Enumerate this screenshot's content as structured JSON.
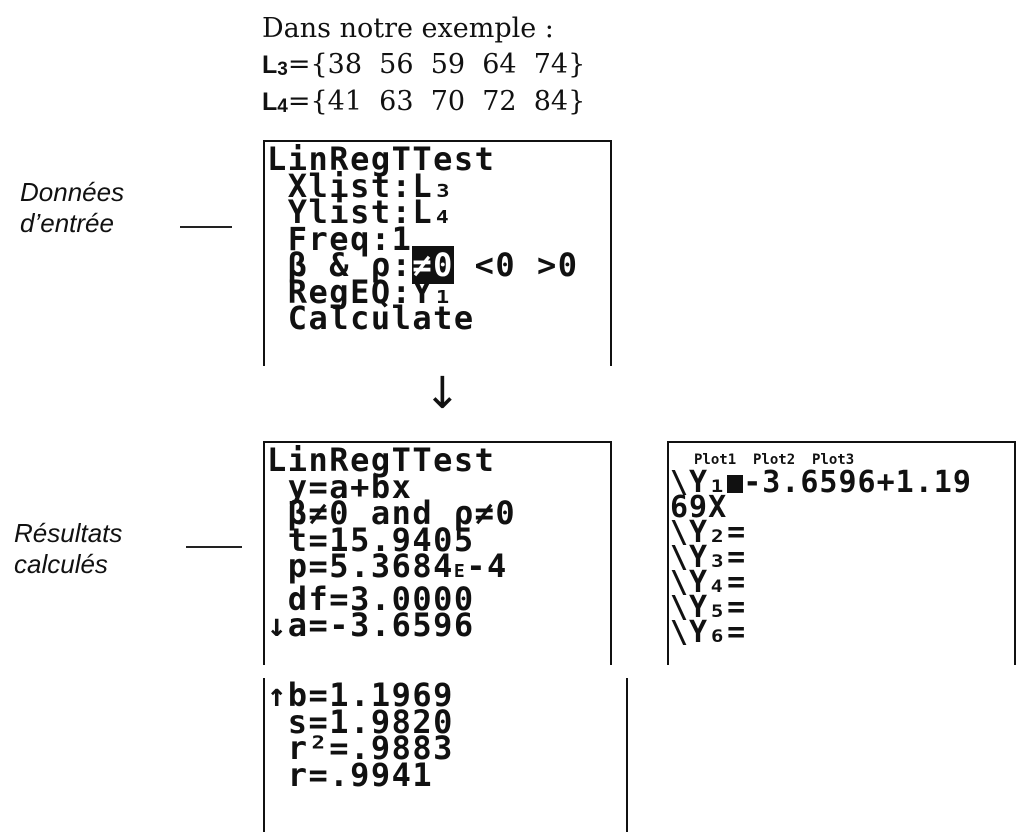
{
  "intro": {
    "line1": "Dans notre exemple :",
    "l3_name": "L",
    "l3_sub": "3",
    "l3_values": "={38  56  59  64  74}",
    "l4_name": "L",
    "l4_sub": "4",
    "l4_values": "={41  63  70  72  84}"
  },
  "labels": {
    "input_line1": "Données",
    "input_line2": "d’entrée",
    "results_line1": "Résultats",
    "results_line2": "calculés"
  },
  "arrow": "↓",
  "input_screen": {
    "title": "LinRegTTest",
    "xlist": " Xlist:L₃",
    "ylist": " Ylist:L₄",
    "freq": " Freq:1",
    "alt_prefix": " β & ρ:",
    "alt_selected": "≠0",
    "alt_rest": " <0 >0",
    "regeq": " RegEQ:Y₁",
    "calculate": " Calculate"
  },
  "result_screen": {
    "title": "LinRegTTest",
    "model": " y=a+bx",
    "hypothesis": " β≠0 and ρ≠0",
    "t": " t=15.9405",
    "p_prefix": " p=5.3684",
    "p_e": "E",
    "p_exp": "-4",
    "df": " df=3.0000",
    "a": "↓a=-3.6596"
  },
  "result_screen2": {
    "b": "↑b=1.1969",
    "s": " s=1.9820",
    "r2": " r²=.9883",
    "r": " r=.9941"
  },
  "y_editor": {
    "plots": "Plot1  Plot2  Plot3",
    "y1_prefix": "\\Y₁",
    "y1_expr": "-3.6596+1.19",
    "y1_cont": "69X",
    "y2": "\\Y₂=",
    "y3": "\\Y₃=",
    "y4": "\\Y₄=",
    "y5": "\\Y₅=",
    "y6": "\\Y₆="
  }
}
